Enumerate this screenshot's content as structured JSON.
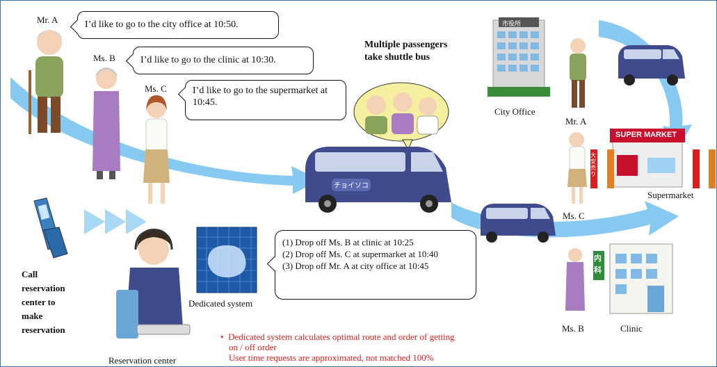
{
  "persons": {
    "mr_a": "Mr. A",
    "ms_b": "Ms. B",
    "ms_c": "Ms. C",
    "mr_a_right": "Mr. A",
    "ms_c_right": "Ms. C",
    "ms_b_right": "Ms. B"
  },
  "bubbles": {
    "mr_a": "I’d like to go to the city office at 10:50.",
    "ms_b": "I’d like to go to the clinic at 10:30.",
    "ms_c": "I’d like to go to the supermarket at 10:45."
  },
  "shuttle_caption": [
    "Multiple passengers",
    "take shuttle bus"
  ],
  "bus_logo": "チョイソコ",
  "places": {
    "city_office": "City Office",
    "city_office_sign": "市役所",
    "supermarket": "Supermarket",
    "supermarket_sign": "SUPER MARKET",
    "sale_banner": "大安売り",
    "clinic": "Clinic",
    "clinic_sign": "内科"
  },
  "call": [
    "Call",
    "reservation",
    "center to",
    "make",
    "reservation"
  ],
  "reservation_center": "Reservation center",
  "dedicated_system": "Dedicated system",
  "route_steps": [
    "(1) Drop off Ms. B at clinic at 10:25",
    "(2) Drop off Ms. C at supermarket at 10:40",
    "(3) Drop off Mr. A at city office at 10:45"
  ],
  "note": {
    "line1": "Dedicated system calculates optimal route and order of getting",
    "line2": "on / off order",
    "line3": "User time requests are approximated, not matched 100%"
  },
  "colors": {
    "arrow": "#79c3ef",
    "bus": "#3f4b8c",
    "note_text": "#e02020",
    "border": "#3a6fb0"
  }
}
